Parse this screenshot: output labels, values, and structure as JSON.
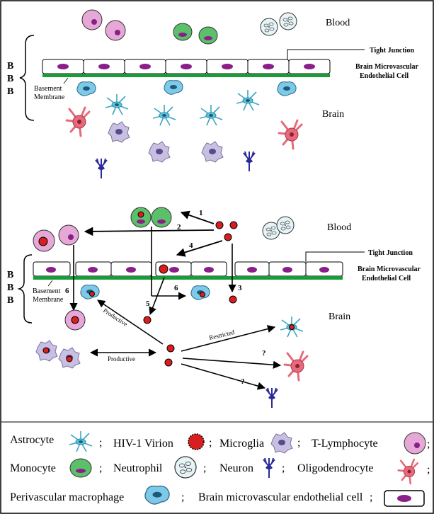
{
  "top_panel": {
    "bbb_letters": [
      "B",
      "B",
      "B"
    ],
    "label_blood": "Blood",
    "label_tight_junction": "Tight Junction",
    "label_endothelial_line1": "Brain Microvascular",
    "label_endothelial_line2": "Endothelial Cell",
    "label_basement_line1": "Basement",
    "label_basement_line2": "Membrane",
    "label_brain": "Brain"
  },
  "bottom_panel": {
    "bbb_letters": [
      "B",
      "B",
      "B"
    ],
    "label_blood": "Blood",
    "label_tight_junction": "Tight Junction",
    "label_endothelial_line1": "Brain Microvascular",
    "label_endothelial_line2": "Endothelial Cell",
    "label_basement_line1": "Basement",
    "label_basement_line2": "Membrane",
    "label_brain": "Brain",
    "route_numbers": [
      "1",
      "2",
      "3",
      "4",
      "5",
      "6",
      "6"
    ],
    "label_productive_diag": "Productive",
    "label_productive_horiz": "Productive",
    "label_restricted": "Restricted",
    "label_q1": "?",
    "label_q2": "?"
  },
  "legend": {
    "astrocyte": "Astrocyte",
    "hiv_virion": "HIV-1 Virion",
    "microglia": "Microglia",
    "t_lymphocyte": "T-Lymphocyte",
    "monocyte": "Monocyte",
    "neutrophil": "Neutrophil",
    "neuron": "Neuron",
    "oligodendrocyte": "Oligodendrocyte",
    "perivascular_macrophage": "Perivascular macrophage",
    "endothelial_cell": "Brain microvascular endothelial cell",
    "separator": ";"
  },
  "colors": {
    "endothelium_fill": "#ffffff",
    "nucleus": "#8a1f8a",
    "basement_membrane": "#1a9a3a",
    "virion": "#d81e1e",
    "t_lymph": "#e6a8d6",
    "monocyte": "#5cc06a",
    "astrocyte": "#5ec4dc",
    "microglia": "#c8c0e0",
    "neuron": "#2a2a9a",
    "oligo": "#e86a7a",
    "macrophage": "#7ec8e8"
  }
}
